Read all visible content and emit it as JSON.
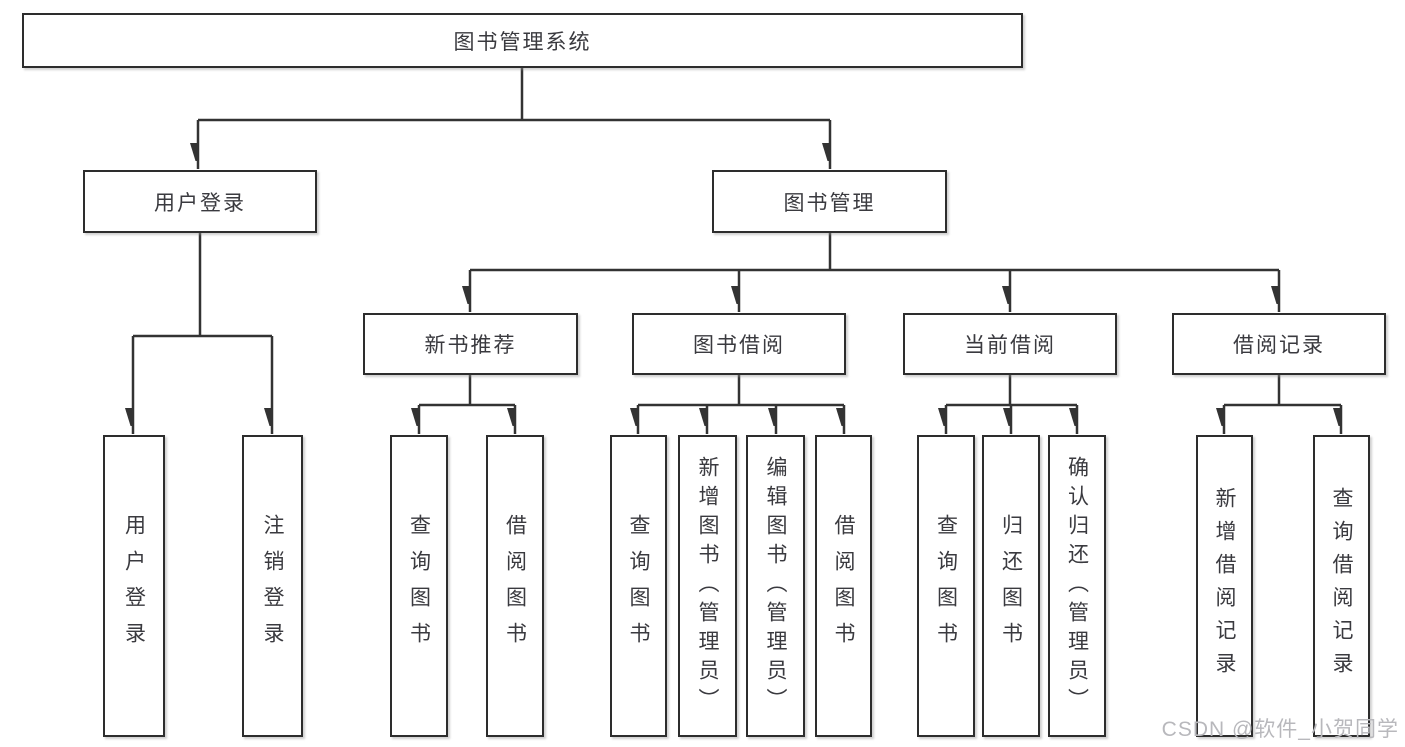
{
  "diagram": {
    "root": "图书管理系统",
    "level2": [
      "用户登录",
      "图书管理"
    ],
    "level3": [
      "新书推荐",
      "图书借阅",
      "当前借阅",
      "借阅记录"
    ],
    "leaves": {
      "user_login": [
        "用户登录",
        "注销登录"
      ],
      "new_book_recommend": [
        "查询图书",
        "借阅图书"
      ],
      "book_borrow": [
        "查询图书",
        "新增图书（管理员）",
        "编辑图书（管理员）",
        "借阅图书"
      ],
      "current_borrow": [
        "查询图书",
        "归还图书",
        "确认归还（管理员）"
      ],
      "borrow_records": [
        "新增借阅记录",
        "查询借阅记录"
      ]
    }
  },
  "watermark": "CSDN @软件_小贺同学",
  "colors": {
    "line": "#333333",
    "box_border": "#2d2d2d",
    "text": "#3a3a3f",
    "watermark": "#b8b8bc",
    "background": "#ffffff"
  }
}
